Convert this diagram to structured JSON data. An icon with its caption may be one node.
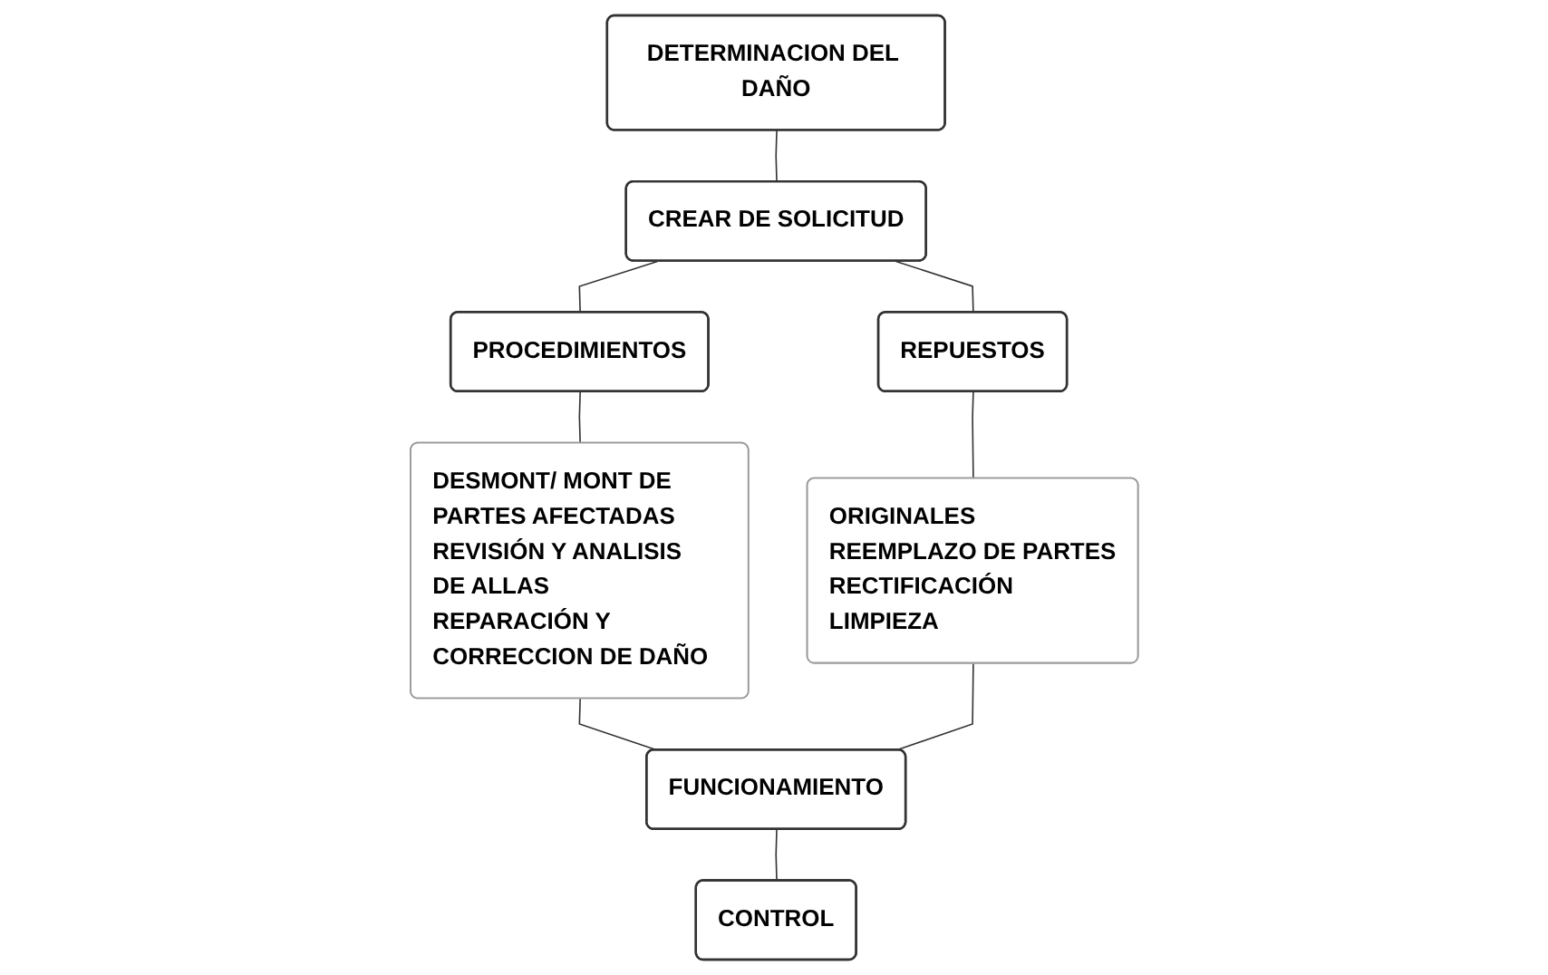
{
  "diagram": {
    "nodes": [
      {
        "text": [
          "DETERMINACION DEL DAÑO"
        ]
      },
      {
        "text": [
          "CREAR DE SOLICITUD"
        ]
      },
      {
        "text": [
          "PROCEDIMIENTOS"
        ]
      },
      {
        "text": [
          "REPUESTOS"
        ]
      },
      {
        "text": [
          "DESMONT/ MONT DE PARTES AFECTADAS",
          "REVISIÓN Y ANALISIS DE ALLAS",
          "REPARACIÓN Y CORRECCION DE DAÑO"
        ]
      },
      {
        "text": [
          "ORIGINALES",
          "REEMPLAZO DE PARTES",
          "RECTIFICACIÓN",
          "LIMPIEZA"
        ]
      },
      {
        "text": [
          "FUNCIONAMIENTO"
        ]
      },
      {
        "text": [
          "CONTROL"
        ]
      }
    ],
    "edges": [
      {
        "from": 0,
        "to": 1,
        "arrow": "none"
      },
      {
        "from": 1,
        "to": 2,
        "arrow": "none"
      },
      {
        "from": 1,
        "to": 3,
        "arrow": "none"
      },
      {
        "from": 2,
        "to": 4,
        "arrow": "none"
      },
      {
        "from": 3,
        "to": 5,
        "arrow": "none"
      },
      {
        "from": 4,
        "to": 6,
        "arrow": "none"
      },
      {
        "from": 5,
        "to": 6,
        "arrow": "none"
      },
      {
        "from": 6,
        "to": 7,
        "arrow": "none"
      }
    ]
  }
}
